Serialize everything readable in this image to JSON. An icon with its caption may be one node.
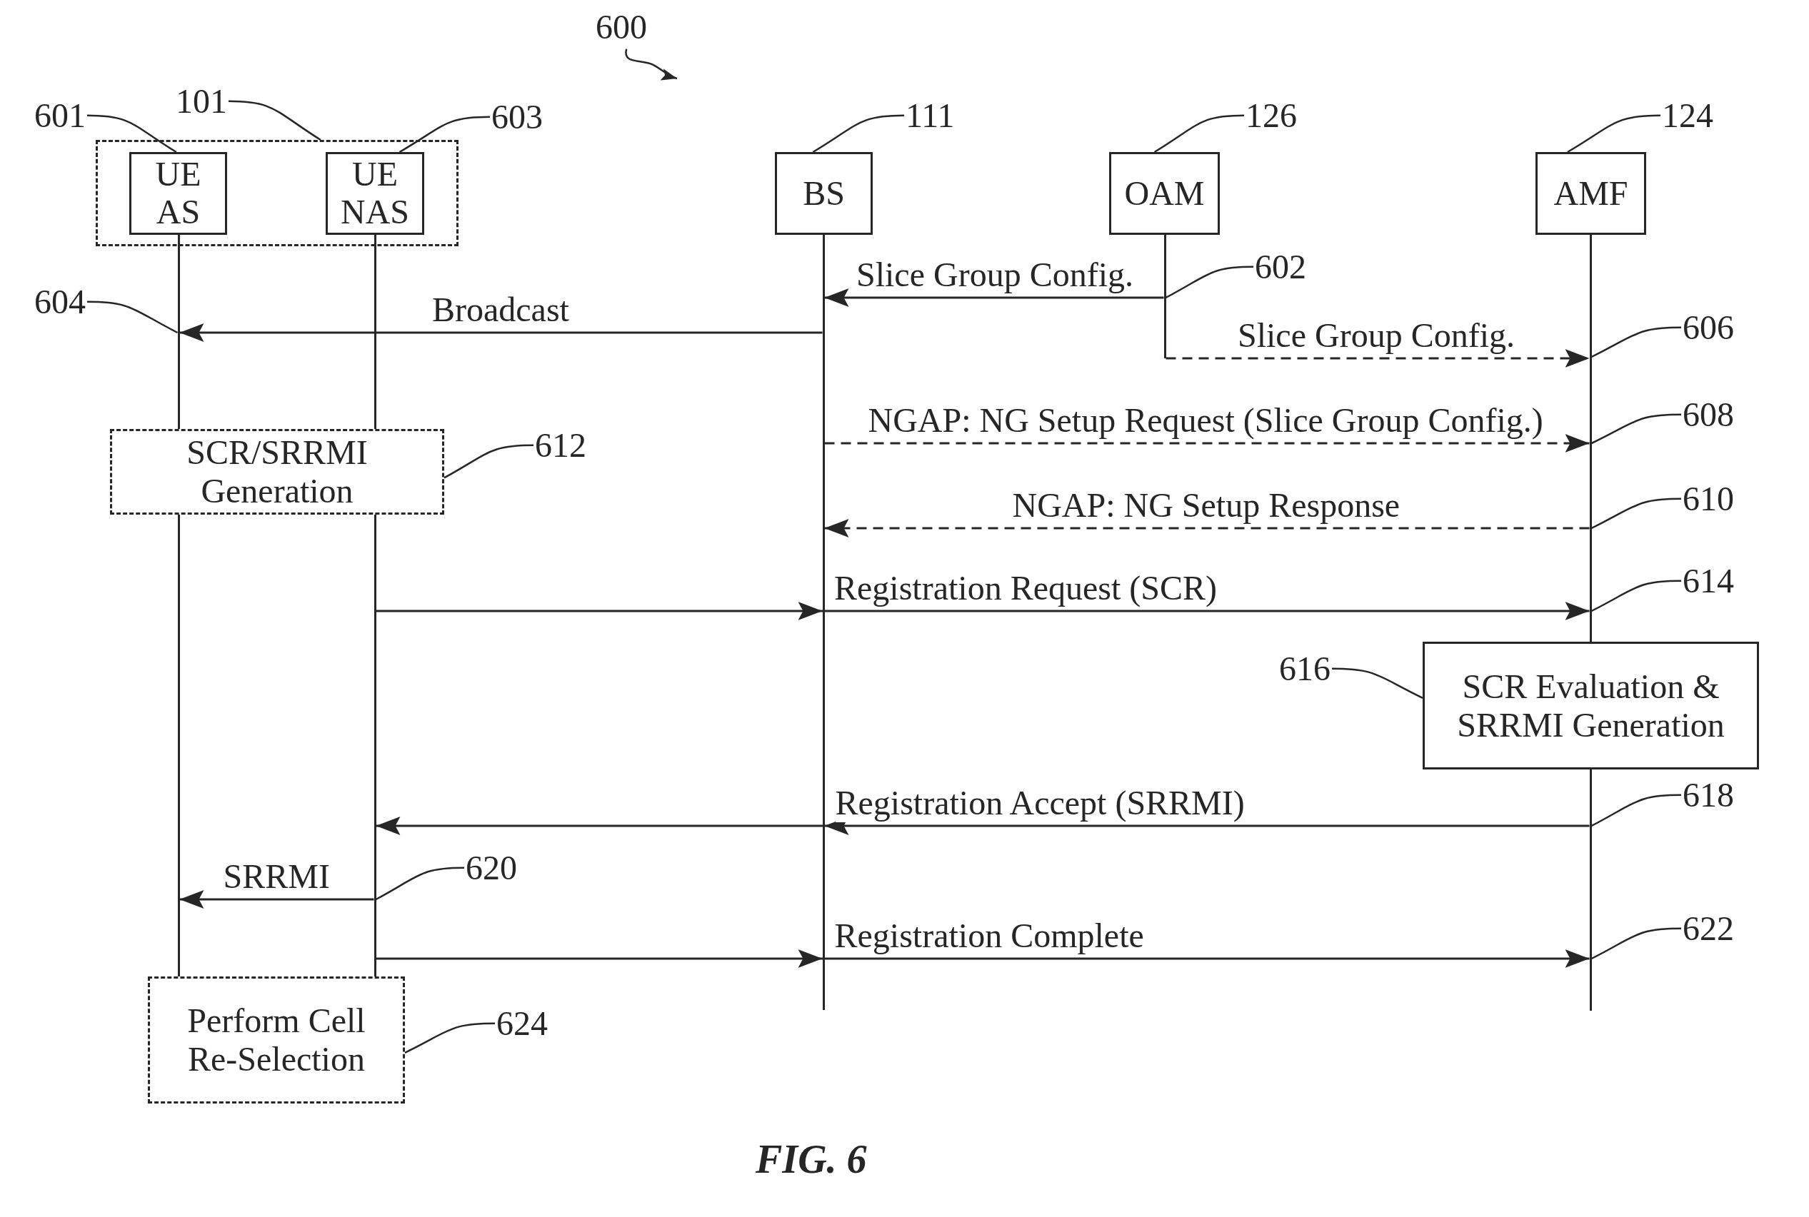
{
  "diagram": {
    "caption": "FIG. 6",
    "nodes": [
      {
        "text": [
          "600"
        ]
      },
      {
        "text": [
          "601"
        ]
      },
      {
        "text": [
          "101"
        ]
      },
      {
        "text": [
          "603"
        ]
      },
      {
        "text": [],
        "shape": "box"
      },
      {
        "text": [
          "UE AS"
        ],
        "in": 4
      },
      {
        "text": [
          "UE NAS"
        ],
        "in": 4
      },
      {
        "text": [
          "111"
        ]
      },
      {
        "text": [
          "BS"
        ]
      },
      {
        "text": [
          "126"
        ]
      },
      {
        "text": [
          "OAM"
        ]
      },
      {
        "text": [
          "124"
        ]
      },
      {
        "text": [
          "AMF"
        ]
      },
      {
        "text": [],
        "shape": "line"
      },
      {
        "text": [],
        "shape": "line"
      },
      {
        "text": [],
        "shape": "line"
      },
      {
        "text": [],
        "shape": "line"
      },
      {
        "text": [],
        "shape": "line"
      },
      {
        "text": [
          "602"
        ]
      },
      {
        "text": [
          "604"
        ]
      },
      {
        "text": [
          "606"
        ]
      },
      {
        "text": [
          "608"
        ]
      },
      {
        "text": [
          "610"
        ]
      },
      {
        "text": [
          "SCR/SRRMI Generation"
        ]
      },
      {
        "text": [
          "612"
        ]
      },
      {
        "text": [],
        "shape": "line"
      },
      {
        "text": [],
        "shape": "line"
      },
      {
        "text": [
          "614"
        ]
      },
      {
        "text": [
          "616"
        ]
      },
      {
        "text": [
          "SCR Evaluation & SRRMI Generation"
        ]
      },
      {
        "text": [],
        "shape": "line"
      },
      {
        "text": [
          "618"
        ]
      },
      {
        "text": [
          "620"
        ]
      },
      {
        "text": [
          "622"
        ]
      },
      {
        "text": [
          "Perform Cell Re-Selection"
        ]
      },
      {
        "text": [
          "624"
        ]
      }
    ],
    "edges": [
      {
        "from": 0,
        "to": null,
        "arrow": "to"
      },
      {
        "from": 1,
        "to": 5,
        "arrow": "none"
      },
      {
        "from": 2,
        "to": 4,
        "arrow": "none"
      },
      {
        "from": 3,
        "to": 6,
        "arrow": "none"
      },
      {
        "from": 7,
        "to": 8,
        "arrow": "none"
      },
      {
        "from": 9,
        "to": 10,
        "arrow": "none"
      },
      {
        "from": 11,
        "to": 12,
        "arrow": "none"
      },
      {
        "from": 16,
        "to": 15,
        "arrow": "to",
        "label": "Slice Group Config."
      },
      {
        "from": 18,
        "to": 16,
        "arrow": "none"
      },
      {
        "from": 15,
        "to": 13,
        "arrow": "to",
        "label": "Broadcast"
      },
      {
        "from": 19,
        "to": 13,
        "arrow": "none"
      },
      {
        "from": 16,
        "to": 17,
        "arrow": "to",
        "label": "Slice Group Config.",
        "style": "dashed"
      },
      {
        "from": 20,
        "to": 17,
        "arrow": "none"
      },
      {
        "from": 15,
        "to": 17,
        "arrow": "to",
        "label": "NGAP: NG Setup Request (Slice Group Config.)",
        "style": "dashed"
      },
      {
        "from": 21,
        "to": 17,
        "arrow": "none"
      },
      {
        "from": 17,
        "to": 15,
        "arrow": "to",
        "label": "NGAP: NG Setup Response",
        "style": "dashed"
      },
      {
        "from": 22,
        "to": 17,
        "arrow": "none"
      },
      {
        "from": 24,
        "to": 23,
        "arrow": "none"
      },
      {
        "from": 26,
        "to": 17,
        "arrow": "to",
        "label": "Registration Request (SCR)"
      },
      {
        "from": 27,
        "to": 17,
        "arrow": "none"
      },
      {
        "from": 28,
        "to": 29,
        "arrow": "none"
      },
      {
        "from": 30,
        "to": 26,
        "arrow": "to",
        "label": "Registration Accept (SRRMI)"
      },
      {
        "from": 31,
        "to": 30,
        "arrow": "none"
      },
      {
        "from": 26,
        "to": 25,
        "arrow": "to",
        "label": "SRRMI"
      },
      {
        "from": 32,
        "to": 26,
        "arrow": "none"
      },
      {
        "from": 26,
        "to": 30,
        "arrow": "to",
        "label": "Registration Complete"
      },
      {
        "from": 33,
        "to": 30,
        "arrow": "none"
      },
      {
        "from": 35,
        "to": 34,
        "arrow": "none"
      }
    ]
  }
}
